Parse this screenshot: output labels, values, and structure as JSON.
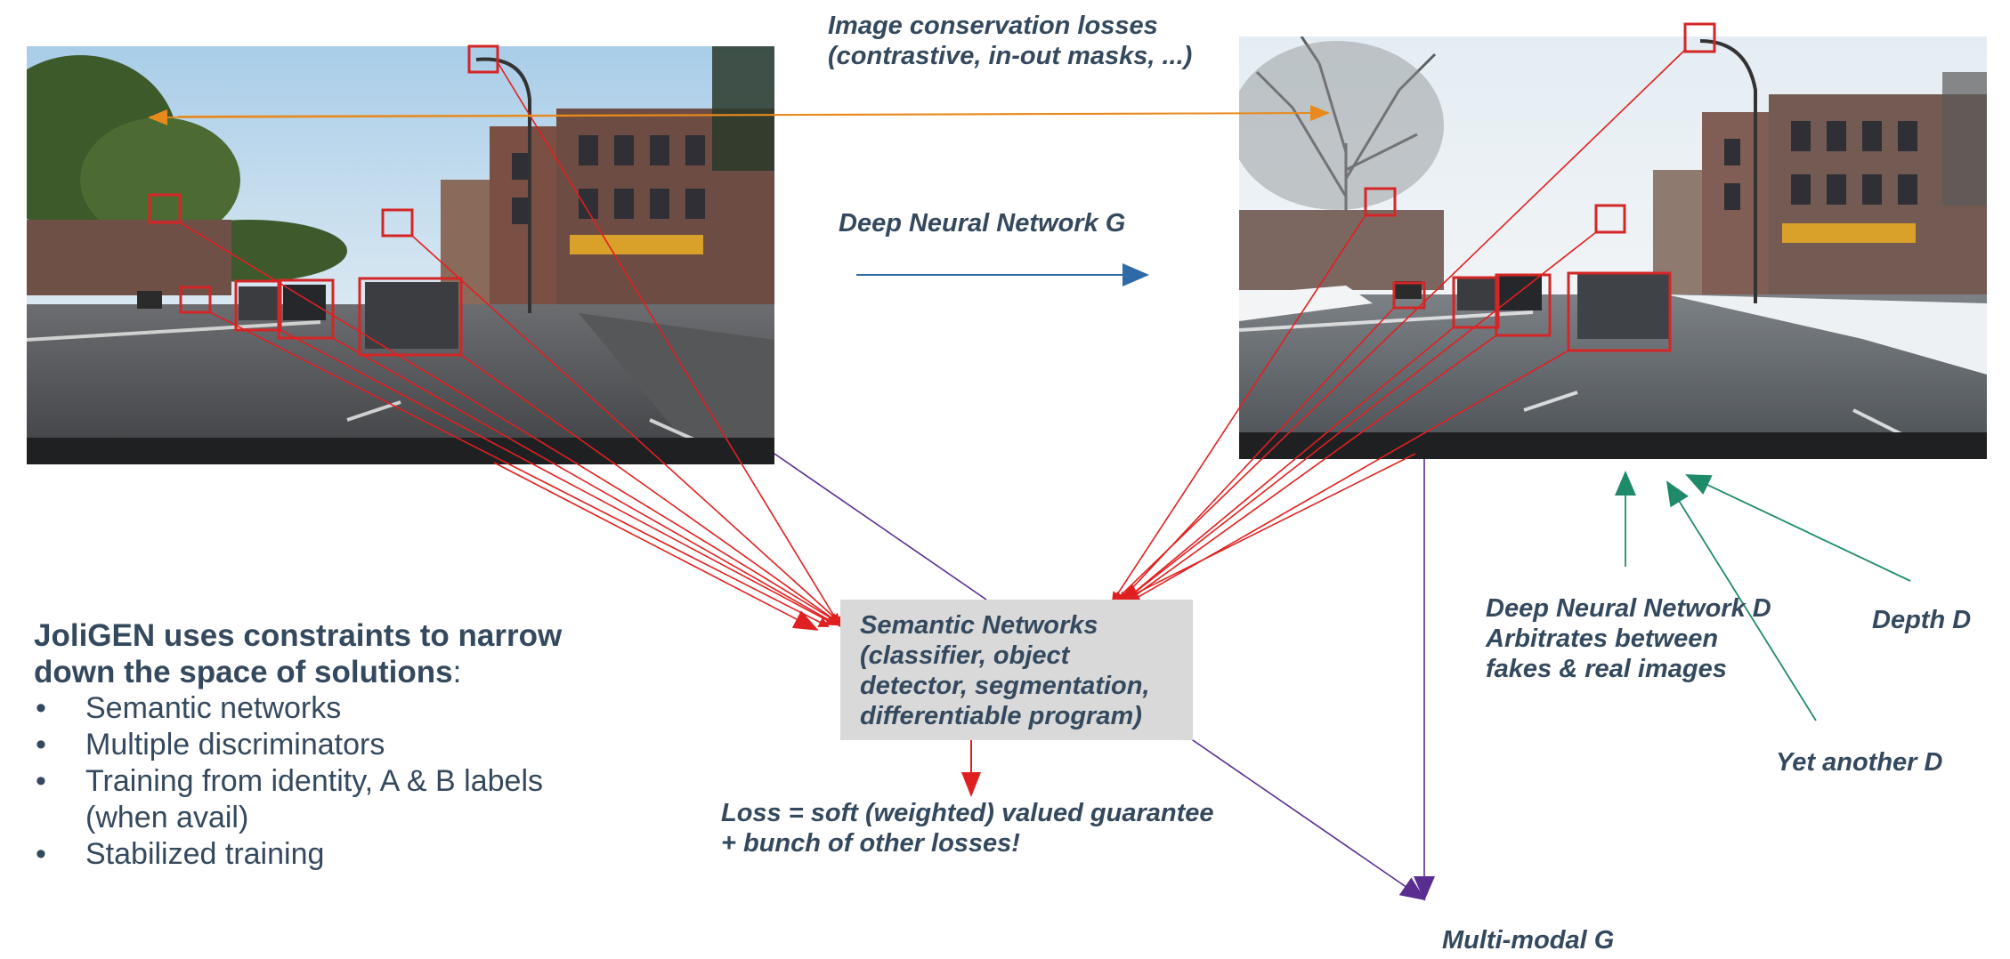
{
  "labels": {
    "conservation": "Image conservation losses (contrastive, in-out masks, ...)",
    "dnn_g": "Deep Neural Network G",
    "semantic": "Semantic Networks (classifier, object detector, segmentation, differentiable program)",
    "loss_line1": "Loss = soft (weighted) valued guarantee",
    "loss_line2": "+ bunch of other losses!",
    "dnn_d_line1": "Deep Neural Network D",
    "dnn_d_line2": "Arbitrates between",
    "dnn_d_line3": "fakes & real images",
    "depth_d": "Depth D",
    "yet_another_d": "Yet another D",
    "multimodal_g": "Multi-modal G"
  },
  "summary": {
    "heading_bold": "JoliGEN uses constraints to narrow down the space of solutions",
    "heading_tail": ":",
    "bullets": [
      "Semantic networks",
      "Multiple discriminators",
      "Training from identity, A & B labels (when avail)",
      "Stabilized training"
    ]
  },
  "colors": {
    "text": "#34495e",
    "detection_red": "#e02020",
    "box_red": "#d42626",
    "conservation_orange": "#e8891c",
    "generator_blue": "#2e6aa8",
    "multimodal_purple": "#5a2d91",
    "discriminator_green": "#1f8a6a",
    "semantic_box_bg": "#d9d9d9"
  }
}
